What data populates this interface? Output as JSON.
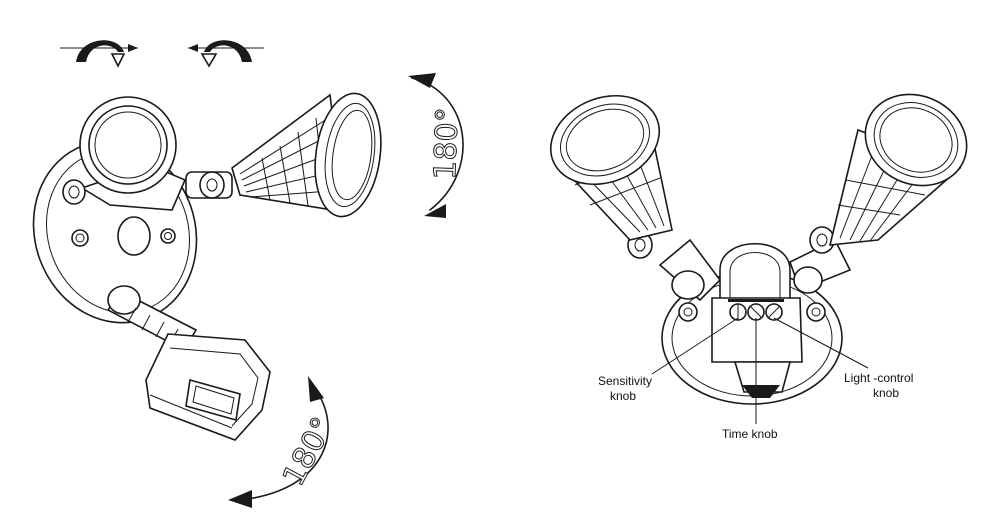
{
  "labels": {
    "rotation_top": "180°",
    "rotation_bottom": "180°",
    "sensitivity_line1": "Sensitivity",
    "sensitivity_line2": "knob",
    "time": "Time knob",
    "light_line1": "Light -control",
    "light_line2": "knob"
  },
  "colors": {
    "line": "#1a1a1a",
    "background": "#ffffff"
  },
  "icons": [
    "rotate-cw-icon",
    "rotate-ccw-icon"
  ]
}
